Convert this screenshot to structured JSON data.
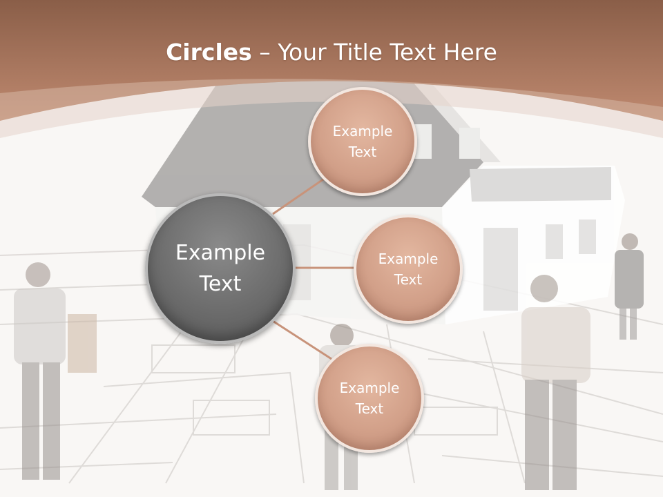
{
  "slide": {
    "title_bold": "Circles",
    "title_separator": " – ",
    "title_rest": "Your Title Text Here"
  },
  "diagram": {
    "center": {
      "label_line1": "Example",
      "label_line2": "Text"
    },
    "nodes": [
      {
        "label_line1": "Example",
        "label_line2": "Text"
      },
      {
        "label_line1": "Example",
        "label_line2": "Text"
      },
      {
        "label_line1": "Example",
        "label_line2": "Text"
      }
    ]
  },
  "colors": {
    "header_band": "#a0705a",
    "node_fill": "#d8a892",
    "center_fill": "#6c6c6c",
    "connector": "#c8937a"
  }
}
